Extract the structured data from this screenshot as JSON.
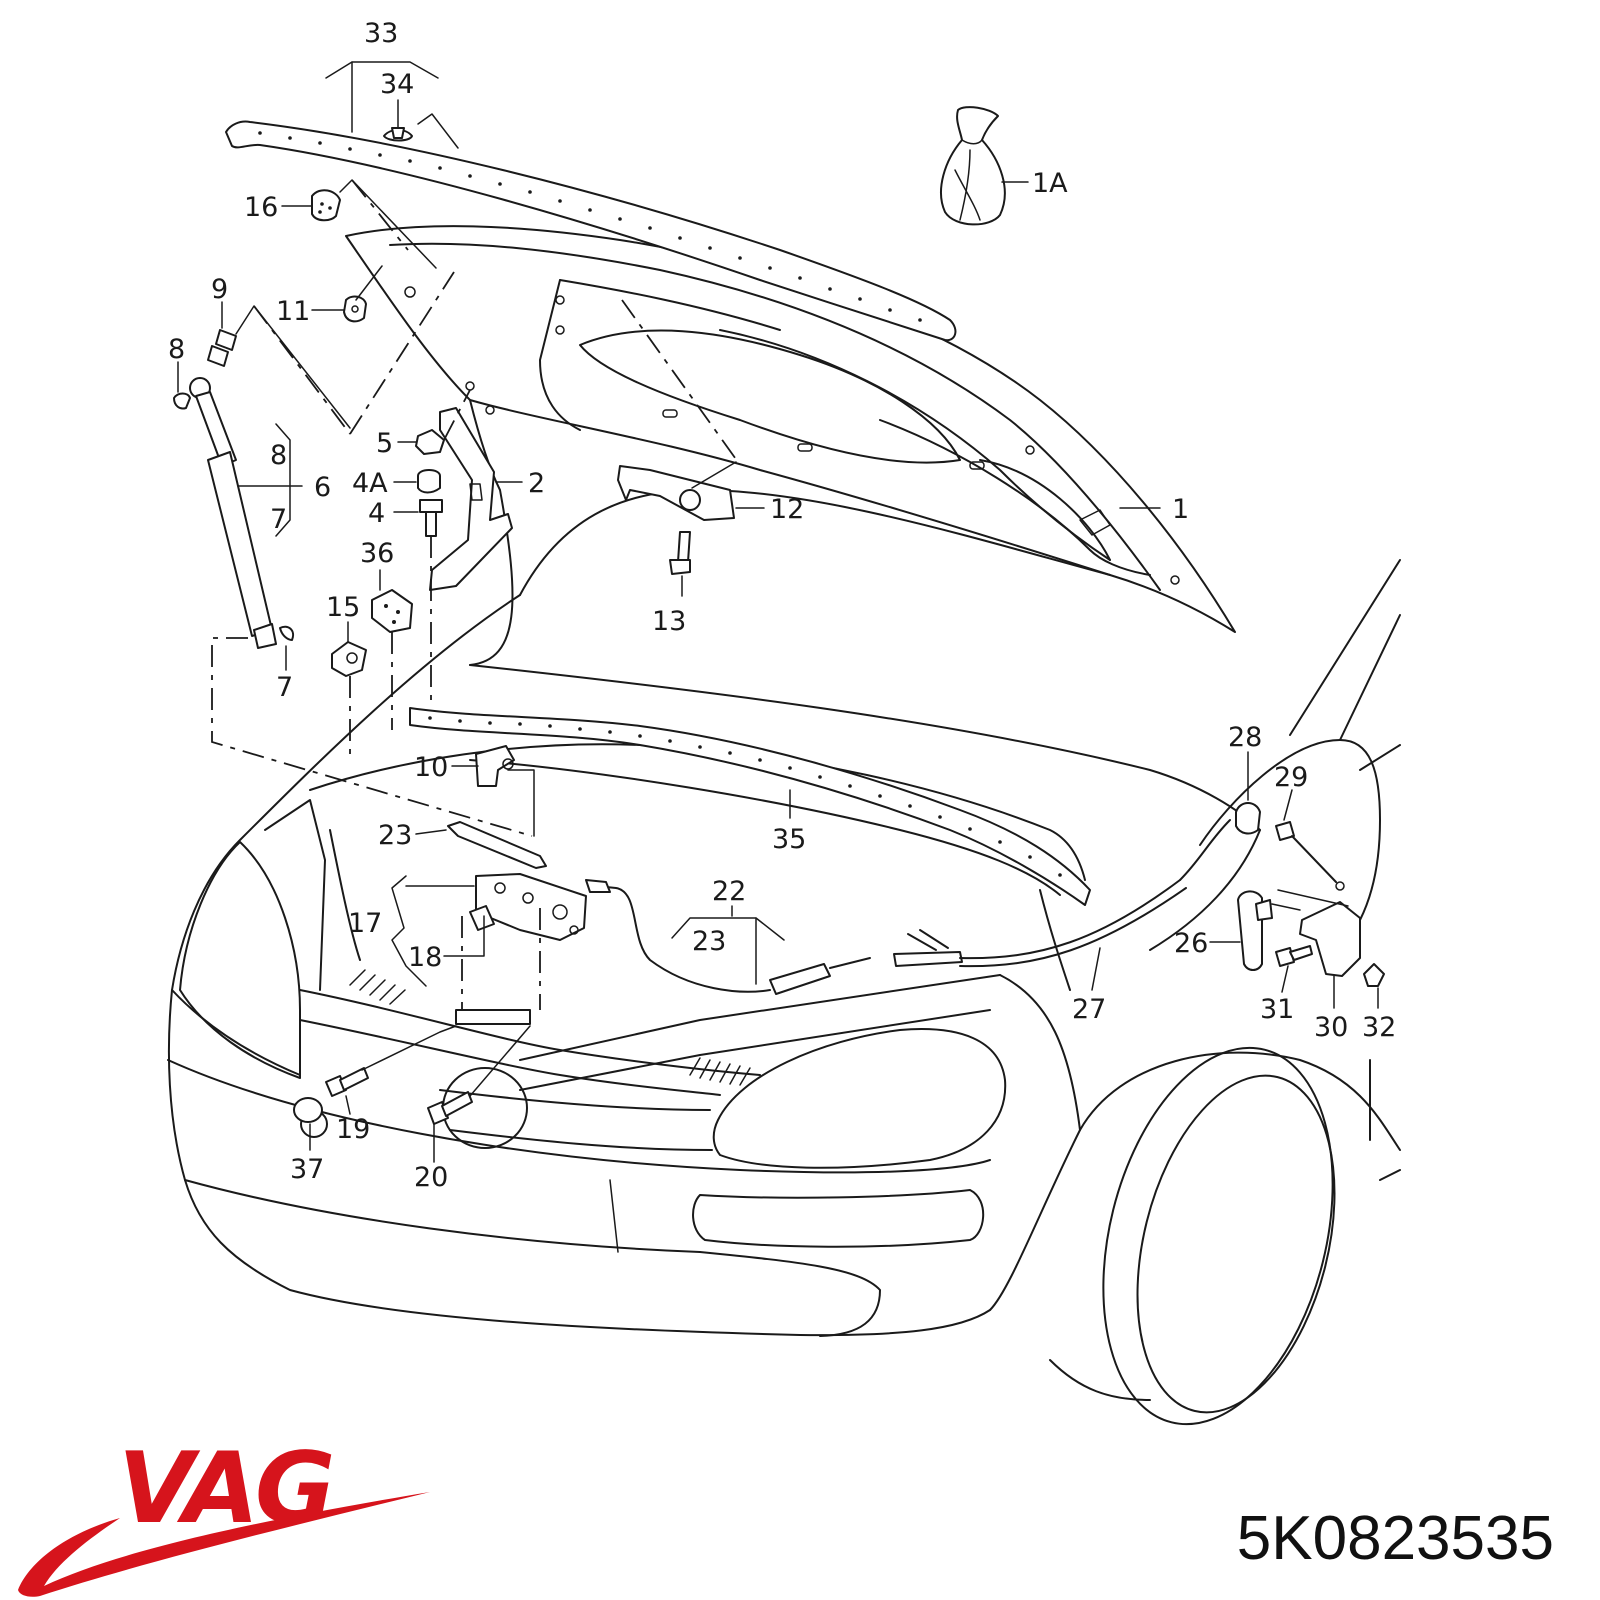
{
  "brand": {
    "name": "VAG",
    "color": "#d6141c"
  },
  "part_number": "5K0823535",
  "callouts": [
    {
      "id": "c33",
      "label": "33"
    },
    {
      "id": "c34",
      "label": "34"
    },
    {
      "id": "c1A",
      "label": "1A"
    },
    {
      "id": "c16",
      "label": "16"
    },
    {
      "id": "c9",
      "label": "9"
    },
    {
      "id": "c11",
      "label": "11"
    },
    {
      "id": "c8a",
      "label": "8"
    },
    {
      "id": "c5",
      "label": "5"
    },
    {
      "id": "c8b",
      "label": "8"
    },
    {
      "id": "c6",
      "label": "6"
    },
    {
      "id": "c7a",
      "label": "7"
    },
    {
      "id": "c4A",
      "label": "4A"
    },
    {
      "id": "c2",
      "label": "2"
    },
    {
      "id": "c4",
      "label": "4"
    },
    {
      "id": "c12",
      "label": "12"
    },
    {
      "id": "c1",
      "label": "1"
    },
    {
      "id": "c36",
      "label": "36"
    },
    {
      "id": "c15",
      "label": "15"
    },
    {
      "id": "c13",
      "label": "13"
    },
    {
      "id": "c7b",
      "label": "7"
    },
    {
      "id": "c28",
      "label": "28"
    },
    {
      "id": "c10",
      "label": "10"
    },
    {
      "id": "c29",
      "label": "29"
    },
    {
      "id": "c23a",
      "label": "23"
    },
    {
      "id": "c35",
      "label": "35"
    },
    {
      "id": "c22",
      "label": "22"
    },
    {
      "id": "c17",
      "label": "17"
    },
    {
      "id": "c23b",
      "label": "23"
    },
    {
      "id": "c26",
      "label": "26"
    },
    {
      "id": "c18",
      "label": "18"
    },
    {
      "id": "c27",
      "label": "27"
    },
    {
      "id": "c31",
      "label": "31"
    },
    {
      "id": "c30",
      "label": "30"
    },
    {
      "id": "c32",
      "label": "32"
    },
    {
      "id": "c19",
      "label": "19"
    },
    {
      "id": "c37",
      "label": "37"
    },
    {
      "id": "c20",
      "label": "20"
    }
  ]
}
